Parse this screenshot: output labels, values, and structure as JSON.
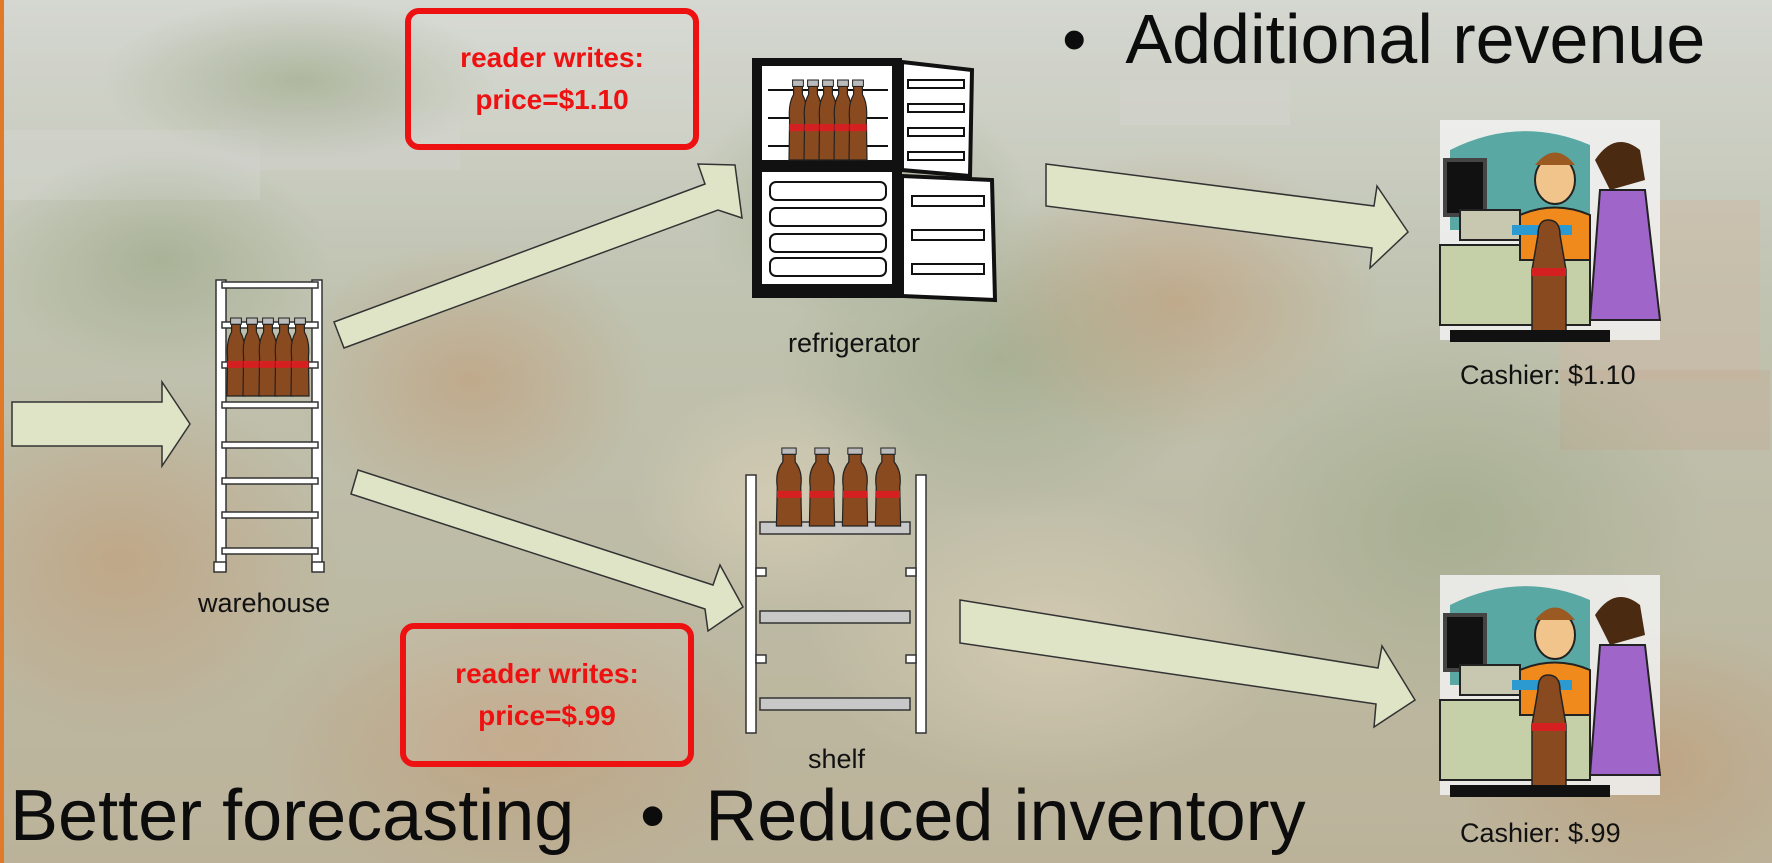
{
  "bullets": {
    "top": "Additional revenue",
    "bottom_left": "Better forecasting",
    "bottom_right": "Reduced inventory",
    "marker": "•"
  },
  "labels": {
    "warehouse": "warehouse",
    "refrigerator": "refrigerator",
    "shelf": "shelf",
    "cashier_top": "Cashier: $1.10",
    "cashier_bottom": "Cashier: $.99"
  },
  "callouts": {
    "top": {
      "line1": "reader writes:",
      "line2": "price=$1.10"
    },
    "bottom": {
      "line1": "reader writes:",
      "line2": "price=$.99"
    }
  },
  "colors": {
    "arrow_fill": "#dfe4c7",
    "callout_red": "#ee1111",
    "bottle_brown": "#8a4a20",
    "bottle_label": "#d42020",
    "campus_green": "#8f9a78",
    "border_orange": "#e07a28"
  },
  "icons": {
    "warehouse": "warehouse-rack-icon",
    "refrigerator": "refrigerator-icon",
    "shelf": "shelf-icon",
    "cashier": "cashier-clipart-icon",
    "bottle": "cola-bottle-icon"
  }
}
